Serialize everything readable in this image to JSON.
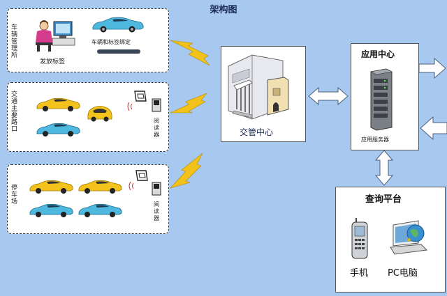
{
  "title": "架构图",
  "panels": {
    "vehicle_office": {
      "label": "车辆管理所",
      "person_caption": "发放标签",
      "car_caption": "车辆和标签绑定"
    },
    "intersection": {
      "label": "交通主要路口",
      "reader_label": "阅读器"
    },
    "parking": {
      "label": "停车场",
      "reader_label": "阅读器"
    }
  },
  "traffic_center": {
    "label": "交管中心"
  },
  "app_center": {
    "title": "应用中心",
    "server_caption": "应用服务器"
  },
  "query_platform": {
    "title": "查询平台",
    "phone_label": "手机",
    "pc_label": "PC电脑"
  },
  "colors": {
    "background": "#a7c9ef",
    "car_yellow": "#f4c21c",
    "car_cyan": "#4fb8df",
    "lightning": "#f2c21a"
  }
}
